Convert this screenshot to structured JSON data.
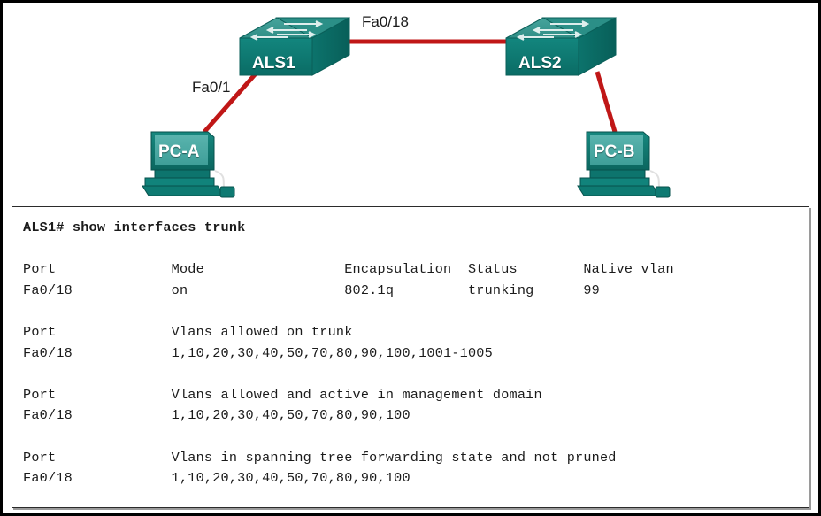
{
  "topology": {
    "devices": [
      {
        "id": "ALS1",
        "type": "switch",
        "label": "ALS1"
      },
      {
        "id": "ALS2",
        "type": "switch",
        "label": "ALS2"
      },
      {
        "id": "PC-A",
        "type": "pc",
        "label": "PC-A"
      },
      {
        "id": "PC-B",
        "type": "pc",
        "label": "PC-B"
      }
    ],
    "links": [
      {
        "from": "ALS1",
        "to": "ALS2",
        "label": "Fa0/18"
      },
      {
        "from": "ALS1",
        "to": "PC-A",
        "label": "Fa0/1"
      },
      {
        "from": "ALS2",
        "to": "PC-B",
        "label": ""
      }
    ],
    "link_labels": {
      "trunk": "Fa0/18",
      "access": "Fa0/1"
    },
    "colors": {
      "device_front": "#0f7f77",
      "device_top": "#3a9a92",
      "device_side": "#0b6a63",
      "screen": "#4baaa4",
      "link": "#c01717",
      "label_text": "#ffffff",
      "link_label_text": "#1a1a1a"
    }
  },
  "terminal": {
    "prompt_line": "ALS1# show interfaces trunk",
    "sections": [
      {
        "header": "Port              Mode                 Encapsulation  Status        Native vlan",
        "row": "Fa0/18            on                   802.1q         trunking      99"
      },
      {
        "header": "Port              Vlans allowed on trunk",
        "row": "Fa0/18            1,10,20,30,40,50,70,80,90,100,1001-1005"
      },
      {
        "header": "Port              Vlans allowed and active in management domain",
        "row": "Fa0/18            1,10,20,30,40,50,70,80,90,100"
      },
      {
        "header": "Port              Vlans in spanning tree forwarding state and not pruned",
        "row": "Fa0/18            1,10,20,30,40,50,70,80,90,100"
      }
    ],
    "full_output": "Port              Mode                 Encapsulation  Status        Native vlan\nFa0/18            on                   802.1q         trunking      99\n\nPort              Vlans allowed on trunk\nFa0/18            1,10,20,30,40,50,70,80,90,100,1001-1005\n\nPort              Vlans allowed and active in management domain\nFa0/18            1,10,20,30,40,50,70,80,90,100\n\nPort              Vlans in spanning tree forwarding state and not pruned\nFa0/18            1,10,20,30,40,50,70,80,90,100"
  }
}
